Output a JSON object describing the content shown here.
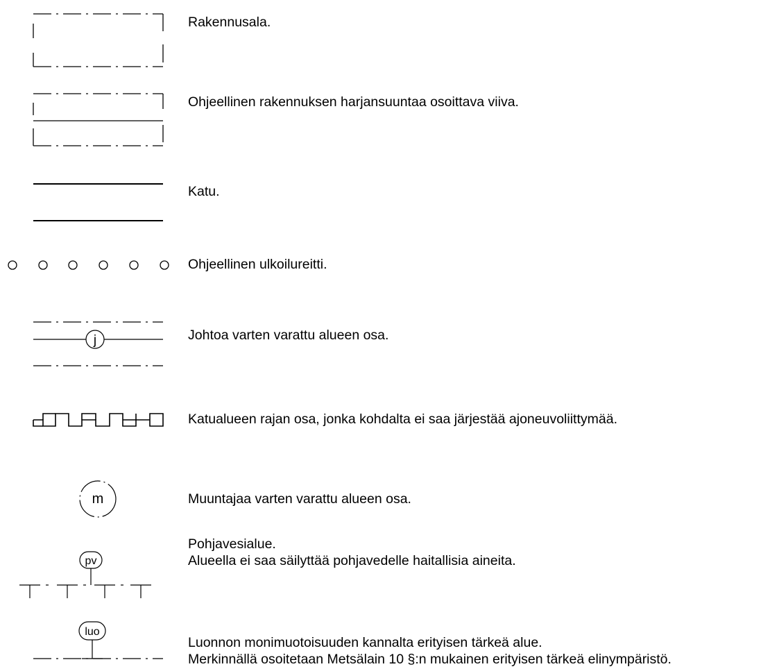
{
  "legend": {
    "rakennusala": "Rakennusala.",
    "harjansuunta": "Ohjeellinen rakennuksen harjansuuntaa osoittava viiva.",
    "katu": "Katu.",
    "ulkoilureitti": "Ohjeellinen ulkoilureitti.",
    "johto": "Johtoa varten varattu alueen osa.",
    "katualue_raja": "Katualueen rajan osa, jonka kohdalta ei saa järjestää ajoneuvoliittymää.",
    "muuntaja": "Muuntajaa varten varattu alueen osa.",
    "pohjavesi_1": "Pohjavesialue.",
    "pohjavesi_2": "Alueella ei saa säilyttää pohjavedelle haitallisia aineita.",
    "luo_1": "Luonnon monimuotoisuuden kannalta erityisen tärkeä alue.",
    "luo_2": "Merkinnällä osoitetaan Metsälain 10 §:n mukainen erityisen tärkeä elinympäristö."
  },
  "symbols": {
    "johto_label": "j",
    "muuntaja_label": "m",
    "pohjavesi_label": "pv",
    "luo_label": "luo"
  },
  "icons": [
    "building-area-icon",
    "ridge-direction-icon",
    "street-icon",
    "outdoor-route-icon",
    "utility-line-icon",
    "no-vehicle-access-icon",
    "transformer-icon",
    "groundwater-icon",
    "biodiversity-icon"
  ]
}
